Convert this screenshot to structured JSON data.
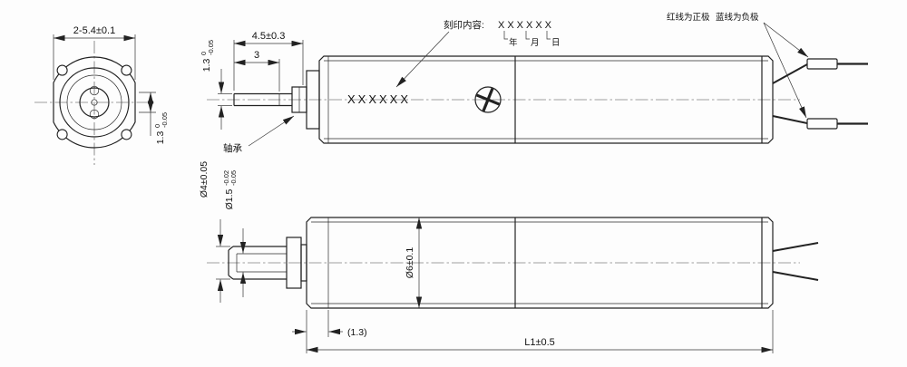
{
  "front_view": {
    "dim_width": "2-5.4±0.1",
    "dim_flat": {
      "value": "1.3",
      "tol_upper": "0",
      "tol_lower": "-0.05"
    }
  },
  "top_view": {
    "dim_shaft_length": "4.5±0.3",
    "dim_shaft_step": "3",
    "dim_shaft_tip": {
      "value": "1.3",
      "tol_upper": "0",
      "tol_lower": "-0.05"
    },
    "bearing_label": "轴承",
    "engraving_note": {
      "prefix": "刻印内容:",
      "placeholder": "XXXXXX",
      "year": "年",
      "month": "月",
      "day": "日"
    },
    "body_marking": "XXXXXX",
    "polarity_note": {
      "red": "红线为正极",
      "blue": "蓝线为负极"
    }
  },
  "bottom_view": {
    "dim_collar_dia": "Ø4±0.05",
    "dim_shaft_dia": {
      "value": "Ø1.5",
      "tol_upper": "-0.02",
      "tol_lower": "-0.05"
    },
    "dim_body_dia": "Ø6±0.1",
    "dim_front_ref": "(1.3)",
    "dim_total_length": "L1±0.5"
  }
}
